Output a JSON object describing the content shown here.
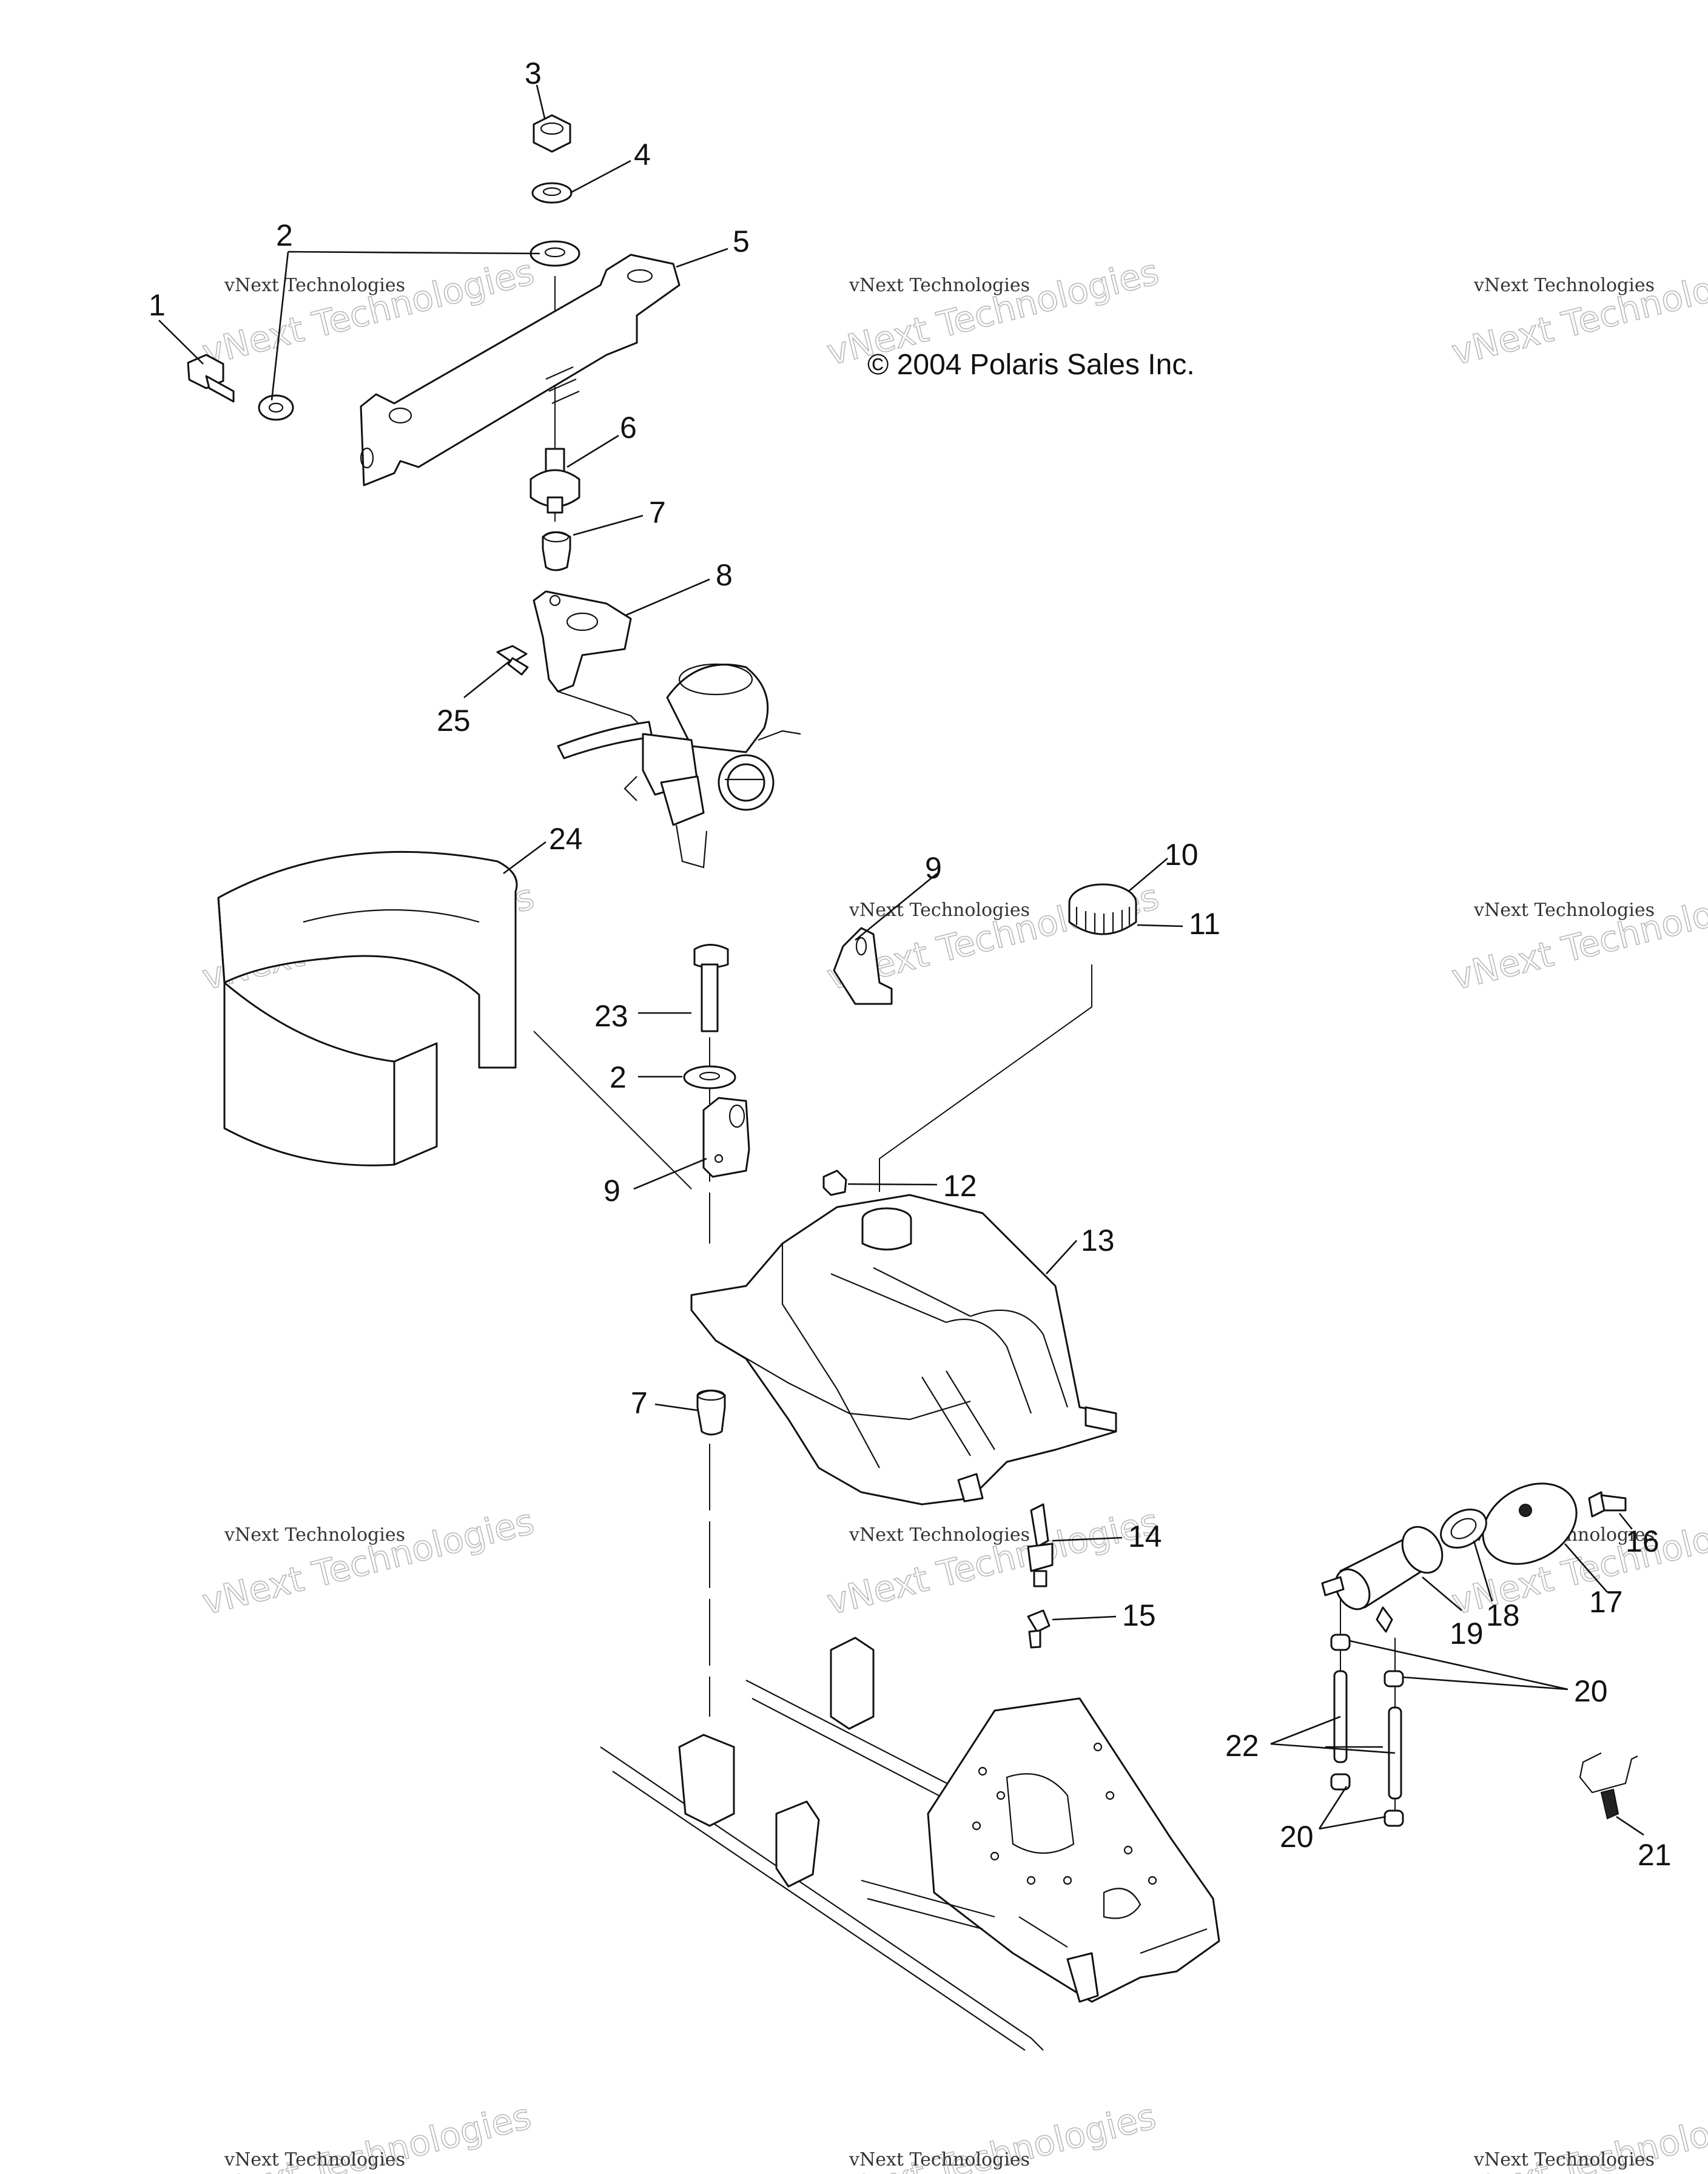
{
  "copyright": "© 2004 Polaris Sales Inc.",
  "watermark": {
    "large": "vNext Technologies",
    "small": "vNext Technologies"
  },
  "callouts": {
    "c1": "1",
    "c2a": "2",
    "c2b": "2",
    "c3": "3",
    "c4": "4",
    "c5": "5",
    "c6": "6",
    "c7a": "7",
    "c7b": "7",
    "c8": "8",
    "c9a": "9",
    "c9b": "9",
    "c10": "10",
    "c11": "11",
    "c12": "12",
    "c13": "13",
    "c14": "14",
    "c15": "15",
    "c16": "16",
    "c17": "17",
    "c18": "18",
    "c19": "19",
    "c20a": "20",
    "c20b": "20",
    "c21": "21",
    "c22": "22",
    "c23": "23",
    "c24": "24",
    "c25": "25"
  },
  "colors": {
    "line": "#111111",
    "watermark": "#b9b9b9",
    "background": "#ffffff"
  }
}
